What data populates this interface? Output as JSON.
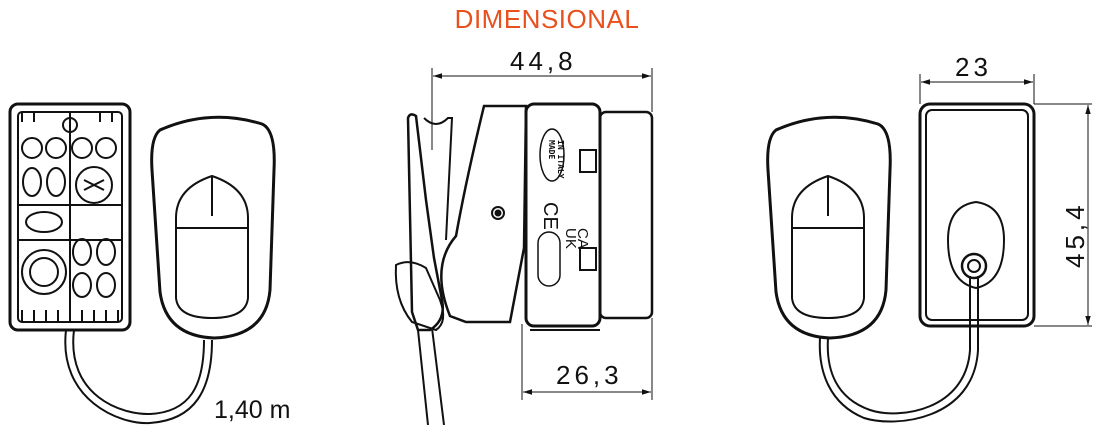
{
  "title": "DIMENSIONAL",
  "dimensions": {
    "side_width": "44,8",
    "side_depth": "26,3",
    "back_width": "23",
    "back_height": "45,4",
    "cable_length": "1,40 m"
  },
  "markings": {
    "made_in": [
      "MADE",
      "IN ITALY"
    ],
    "ce": "CE",
    "ukca_top": "UK",
    "ukca_bottom": "CA"
  },
  "colors": {
    "title": "#e8501e",
    "lines": "#111111"
  }
}
